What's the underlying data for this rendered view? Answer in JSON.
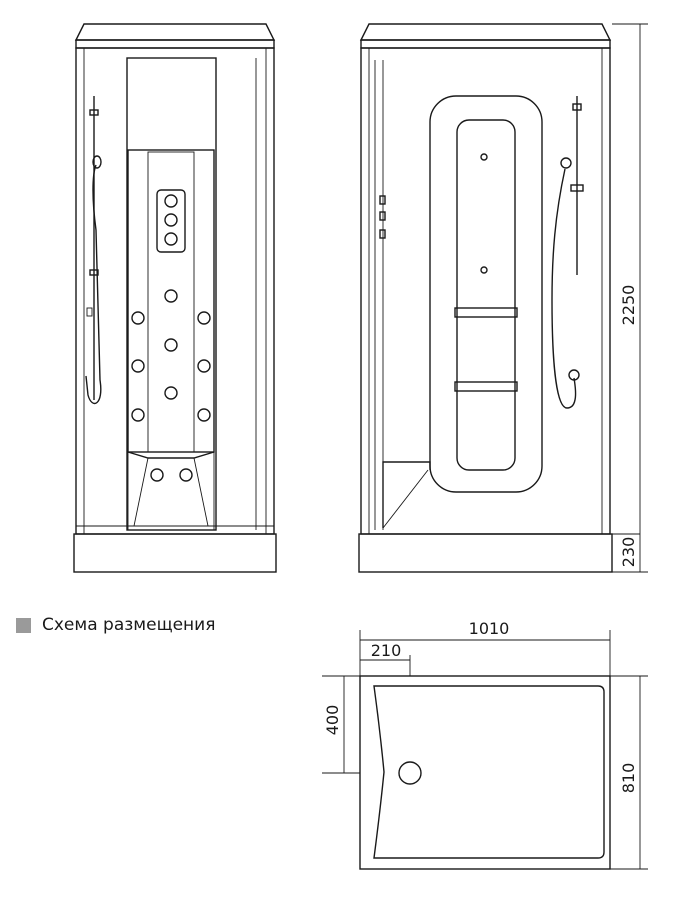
{
  "caption": {
    "text": "Схема размещения",
    "marker_color": "#9a9a9a"
  },
  "dimensions": {
    "total_height": "2250",
    "tray_height": "230",
    "width": "1010",
    "offset": "210",
    "drain_offset": "400",
    "depth": "810"
  },
  "colors": {
    "line": "#1a1a1a",
    "background": "#ffffff"
  }
}
